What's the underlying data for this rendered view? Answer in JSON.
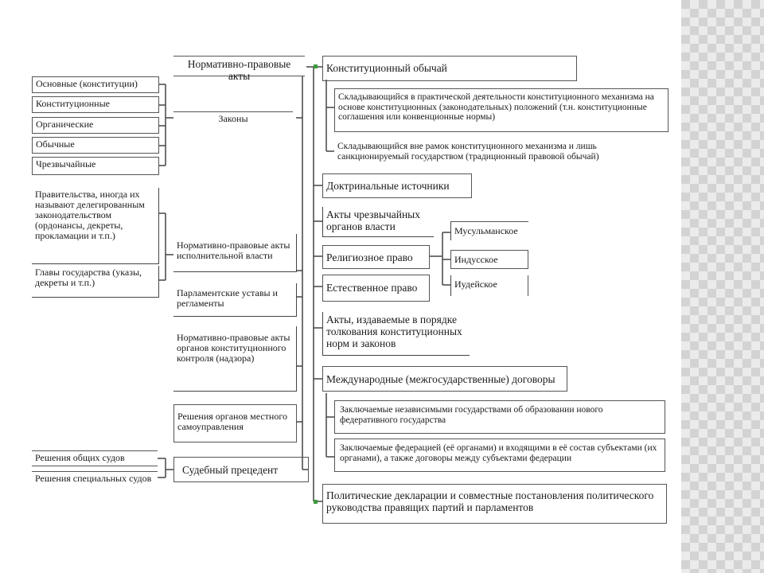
{
  "root": "Нормативно-правовые акты",
  "laws": {
    "label": "Законы",
    "types": [
      "Основные (конституции)",
      "Конституционные",
      "Органические",
      "Обычные",
      "Чрезвычайные"
    ]
  },
  "executive": {
    "label": "Нормативно-правовые акты исполнительной власти",
    "items": [
      "Правительства, иногда их называют делегированным законодательством (ордонансы, декреты, прокламации и т.п.)",
      "Главы государства (указы, декреты и т.п.)"
    ]
  },
  "parliament": "Парламентские уставы и регламенты",
  "constitutional_control": "Нормативно-правовые акты органов конституционного контроля (надзора)",
  "local_gov": "Решения органов местного самоуправления",
  "precedent": {
    "label": "Судебный прецедент",
    "items": [
      "Решения общих судов",
      "Решения специальных судов"
    ]
  },
  "custom": {
    "label": "Конституционный обычай",
    "items": [
      "Складывающийся в практической деятельности конституционного механизма на основе конституционных (законодательных) положений (т.н. конституционные соглашения или конвенционные нормы)",
      "Складывающийся вне рамок конституционного механизма и лишь санкционируемый государством (традиционный правовой обычай)"
    ]
  },
  "doctrinal": "Доктринальные источники",
  "emergency": "Акты чрезвычайных органов власти",
  "religious": {
    "label": "Религиозное право",
    "items": [
      "Мусульманское",
      "Индусское",
      "Иудейское"
    ]
  },
  "natural": "Естественное право",
  "interpretation": "Акты, издаваемые в порядке толкования конституционных норм и законов",
  "international": {
    "label": "Международные (межгосударственные) договоры",
    "items": [
      "Заключаемые независимыми государствами об образовании нового федеративного государства",
      "Заключаемые федерацией (её органами) и входящими в её состав субъектами (их органами), а также договоры между субъектами федерации"
    ]
  },
  "political": "Политические декларации и совместные постановления политического руководства правящих партий и парламентов"
}
